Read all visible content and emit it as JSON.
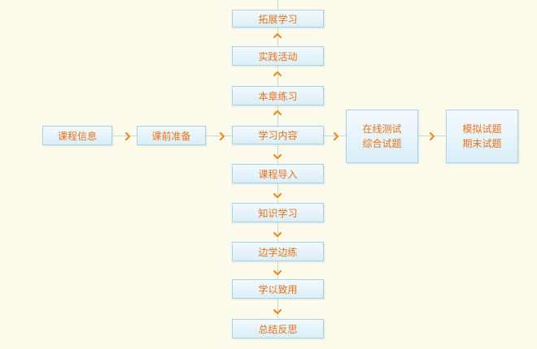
{
  "nodes": {
    "expand": "拓展学习",
    "practice": "实践活动",
    "chapter_exercise": "本章练习",
    "content": "学习内容",
    "intro": "课程导入",
    "knowledge": "知识学习",
    "learn_practice": "边学边练",
    "apply": "学以致用",
    "reflect": "总结反思",
    "course_info": "课程信息",
    "pre_class": "课前准备",
    "online_test_line1": "在线测试",
    "online_test_line2": "综合试题",
    "mock_line1": "模拟试题",
    "mock_line2": "期末试题"
  },
  "colors": {
    "background": "#fdfcec",
    "node_fill": "#dbeef8",
    "node_border": "#a9d2e8",
    "text": "#e8721c",
    "arrow": "#f08a1e"
  }
}
